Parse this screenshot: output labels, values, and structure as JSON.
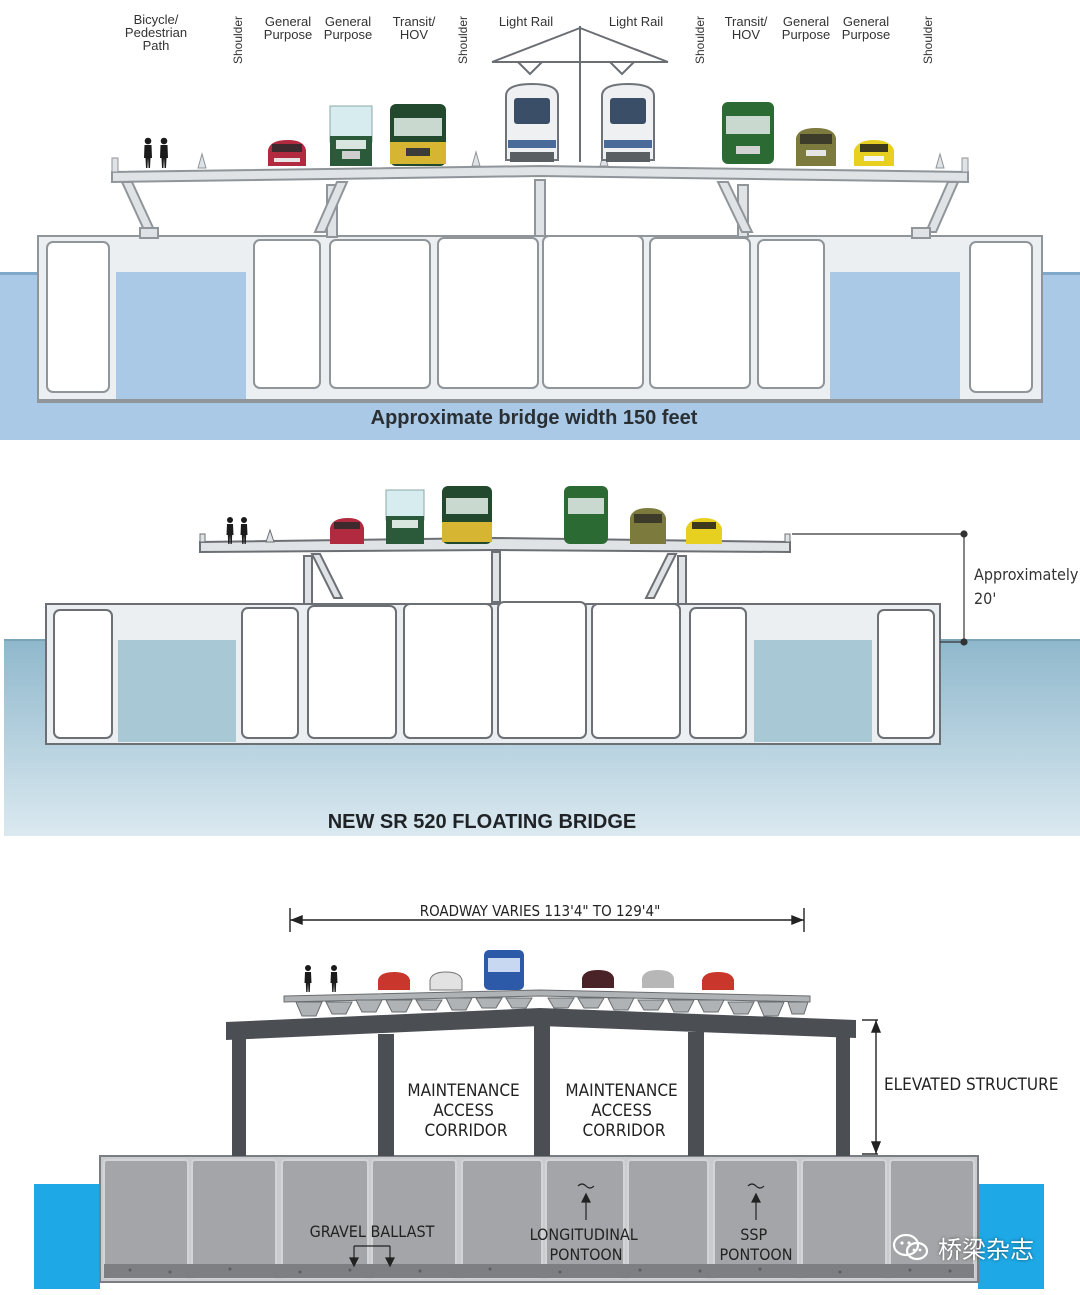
{
  "panel1": {
    "lane_labels": [
      {
        "id": "bike-ped",
        "lines": [
          "Bicycle/",
          "Pedestrian",
          "Path"
        ]
      },
      {
        "id": "shoulder-1",
        "lines": [
          "Shoulder"
        ],
        "vertical": true
      },
      {
        "id": "gp-1",
        "lines": [
          "General",
          "Purpose"
        ]
      },
      {
        "id": "gp-2",
        "lines": [
          "General",
          "Purpose"
        ]
      },
      {
        "id": "transit-1",
        "lines": [
          "Transit/",
          "HOV"
        ]
      },
      {
        "id": "shoulder-2",
        "lines": [
          "Shoulder"
        ],
        "vertical": true
      },
      {
        "id": "light-rail-1",
        "lines": [
          "Light Rail"
        ]
      },
      {
        "id": "light-rail-2",
        "lines": [
          "Light Rail"
        ]
      },
      {
        "id": "shoulder-3",
        "lines": [
          "Shoulder"
        ],
        "vertical": true
      },
      {
        "id": "transit-2",
        "lines": [
          "Transit/",
          "HOV"
        ]
      },
      {
        "id": "gp-3",
        "lines": [
          "General",
          "Purpose"
        ]
      },
      {
        "id": "gp-4",
        "lines": [
          "General",
          "Purpose"
        ]
      },
      {
        "id": "shoulder-4",
        "lines": [
          "Shoulder"
        ],
        "vertical": true
      }
    ],
    "caption": "Approximate bridge width 150 feet"
  },
  "panel2": {
    "height_label_line1": "Approximately",
    "height_label_line2": "20'",
    "caption": "NEW SR 520 FLOATING BRIDGE"
  },
  "panel3": {
    "roadway_label": "ROADWAY VARIES 113'4\" TO 129'4\"",
    "elevated_label": "ELEVATED STRUCTURE",
    "corridor_1": [
      "MAINTENANCE",
      "ACCESS",
      "CORRIDOR"
    ],
    "corridor_2": [
      "MAINTENANCE",
      "ACCESS",
      "CORRIDOR"
    ],
    "gravel_label": "GRAVEL BALLAST",
    "longitudinal_label": [
      "LONGITUDINAL",
      "PONTOON"
    ],
    "ssp_label": [
      "SSP",
      "PONTOON"
    ]
  },
  "watermark": {
    "icon": "wechat-icon",
    "text": "桥梁杂志"
  },
  "colors": {
    "water_light": "#a9c9e6",
    "water_mid": "#a7c8dc",
    "water_bright": "#1ea9e6",
    "pontoon_fill": "#ffffff",
    "pontoon_stroke": "#8f9599",
    "deck": "#dfe3e6",
    "structure_dark": "#4b4f54",
    "pontoon_grey": "#a3a5a8"
  }
}
